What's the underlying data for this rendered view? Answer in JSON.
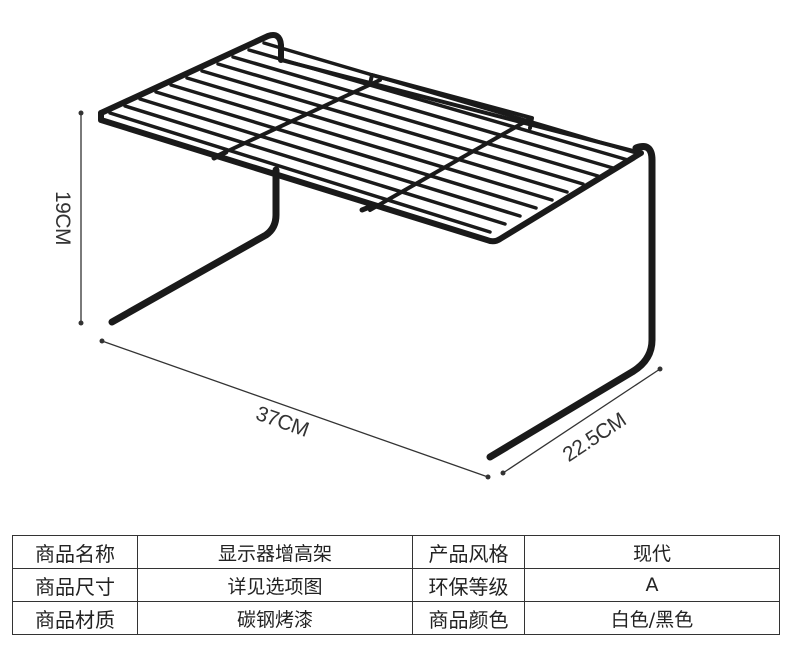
{
  "dimensions": {
    "height_label": "19CM",
    "width_label": "37CM",
    "depth_label": "22.5CM"
  },
  "colors": {
    "rack": "#1a1a1a",
    "dimension_line": "#333333",
    "table_border": "#333333"
  },
  "spec_table": {
    "rows": [
      {
        "k1": "商品名称",
        "v1": "显示器增高架",
        "k2": "产品风格",
        "v2": "现代"
      },
      {
        "k1": "商品尺寸",
        "v1": "详见选项图",
        "k2": "环保等级",
        "v2": "A"
      },
      {
        "k1": "商品材质",
        "v1": "碳钢烤漆",
        "k2": "商品颜色",
        "v2": "白色/黑色"
      }
    ]
  }
}
